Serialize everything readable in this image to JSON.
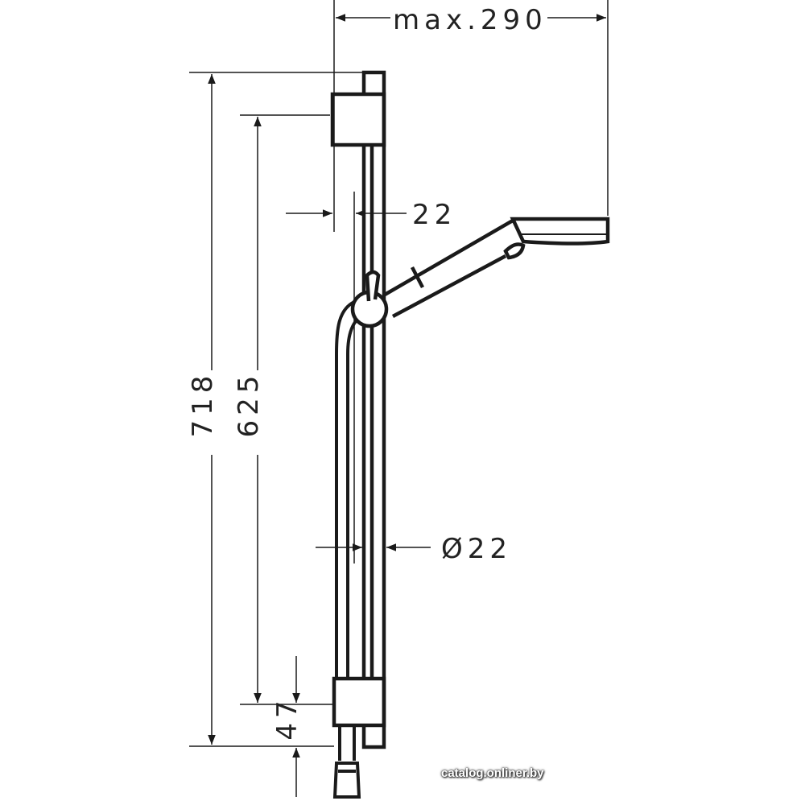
{
  "drawing": {
    "labels": {
      "max_width": "max.290",
      "total_height": "718",
      "rail_length": "625",
      "bottom_offset": "47",
      "wall_distance": "22",
      "rail_diameter": "Ø22"
    },
    "line_color": "#1a1a1a"
  },
  "watermark": "catalog.onliner.by"
}
